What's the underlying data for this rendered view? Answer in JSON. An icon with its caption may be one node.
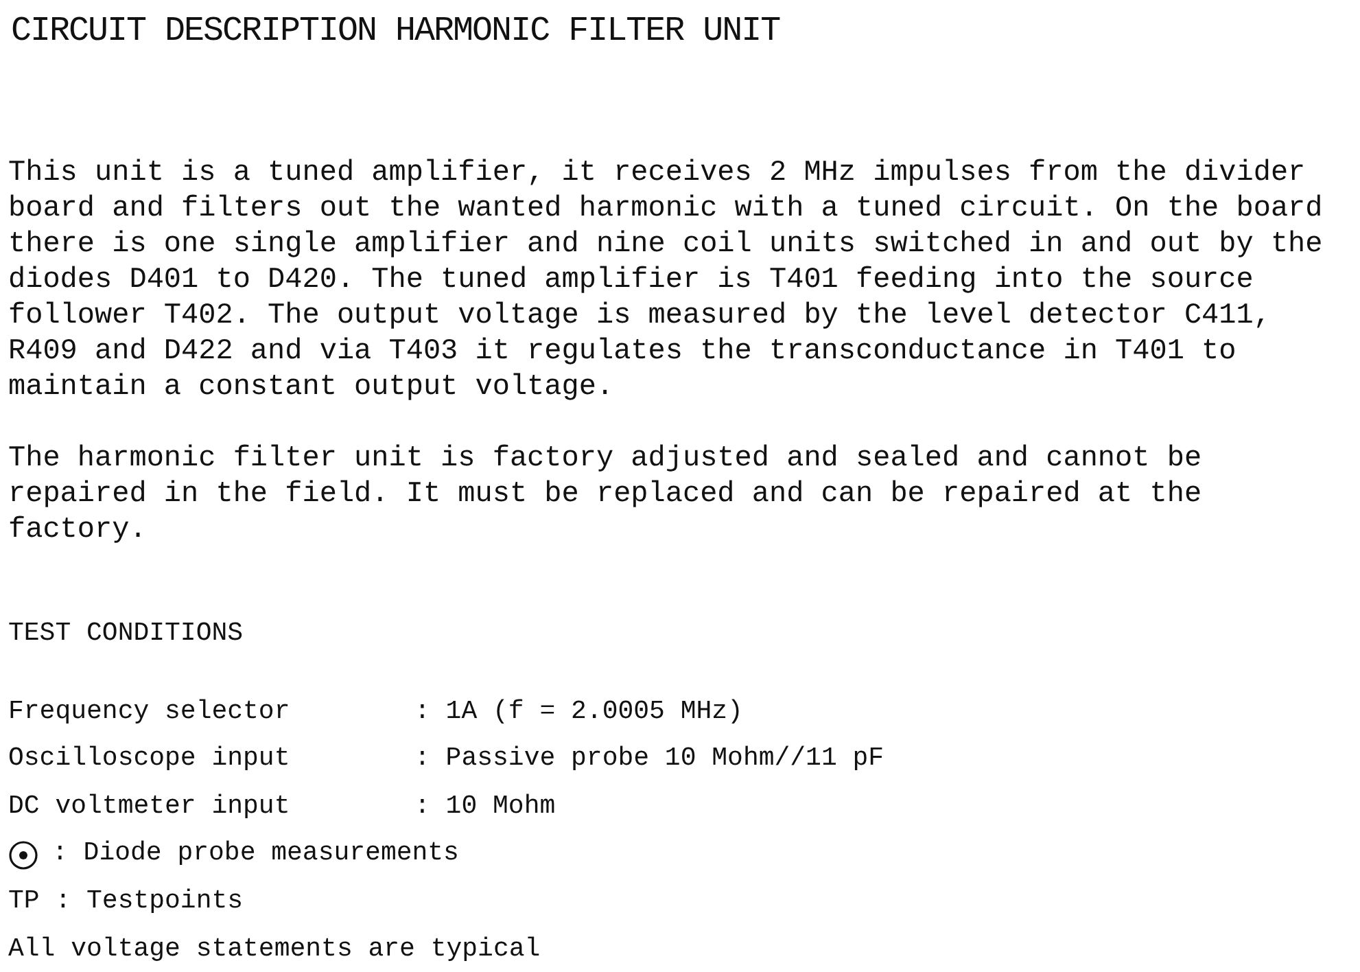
{
  "diagram": {
    "title": "CIRCUIT DESCRIPTION HARMONIC FILTER UNIT",
    "labels": [
      "This unit is a tuned amplifier, it receives 2 MHz impulses from the divider board and filters out the wanted harmonic with a tuned circuit. On the board there is one single amplifier and nine coil units switched in and out by the diodes D401 to D420. The tuned amplifier is T401 feeding into the source follower T402. The output voltage is measured by the level detector C411, R409 and D422 and via T403 it regulates the transconductance in T401 to maintain a constant output voltage.",
      "The harmonic filter unit is factory adjusted and sealed and cannot be repaired in the field. It must be replaced and can be repaired at the factory.",
      "TEST CONDITIONS",
      "Frequency selector",
      ": 1A (f = 2.0005 MHz)",
      "Oscilloscope input",
      ": Passive probe 10 Mohm//11 pF",
      "DC voltmeter input",
      ": 10 Mohm",
      ": Diode probe measurements",
      "TP : Testpoints",
      "All voltage statements are typical"
    ]
  }
}
